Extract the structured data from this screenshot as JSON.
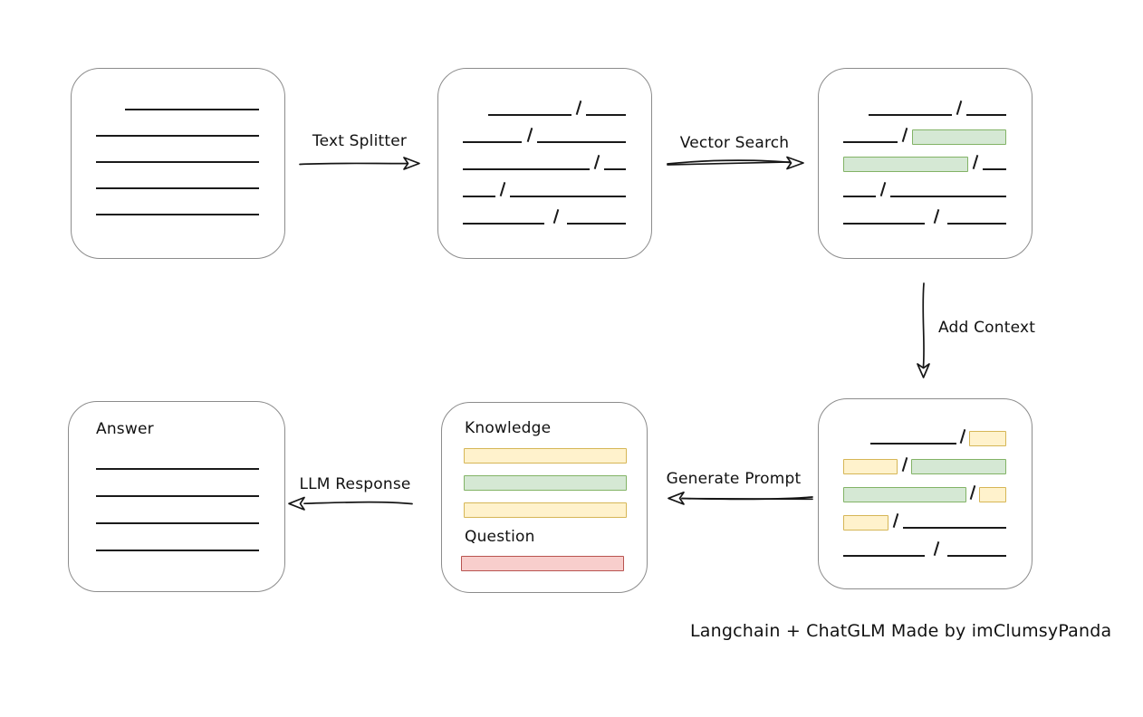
{
  "caption": "Langchain + ChatGLM Made by imClumsyPanda",
  "arrows": {
    "text_splitter": {
      "label": "Text Splitter",
      "direction": "right"
    },
    "vector_search": {
      "label": "Vector Search",
      "direction": "right"
    },
    "add_context": {
      "label": "Add Context",
      "direction": "down"
    },
    "generate_prompt": {
      "label": "Generate Prompt",
      "direction": "left"
    },
    "llm_response": {
      "label": "LLM Response",
      "direction": "left"
    }
  },
  "prompt_box": {
    "knowledge_label": "Knowledge",
    "question_label": "Question",
    "knowledge_bars": [
      "yellow",
      "green",
      "yellow"
    ],
    "question_bars": [
      "red"
    ]
  },
  "answer_box": {
    "label": "Answer"
  },
  "colors": {
    "box_border": "#8c8c8c",
    "text_line": "#1a1a1a",
    "green_fill": "#d5e8d4",
    "green_border": "#82b366",
    "yellow_fill": "#fff2cc",
    "yellow_border": "#d6b656",
    "red_fill": "#f8cecc",
    "red_border": "#b85450"
  },
  "rows": {
    "document": [
      [
        {
          "t": "sp",
          "w": 32
        },
        {
          "t": "line",
          "w": 148
        }
      ],
      [
        {
          "t": "line",
          "w": 180
        }
      ],
      [
        {
          "t": "line",
          "w": 180
        }
      ],
      [
        {
          "t": "line",
          "w": 180
        }
      ],
      [
        {
          "t": "line",
          "w": 180
        }
      ]
    ],
    "chunks": [
      [
        {
          "t": "sp",
          "w": 28
        },
        {
          "t": "line",
          "w": 92
        },
        {
          "t": "slash",
          "w": 16
        },
        {
          "t": "line",
          "w": 44
        }
      ],
      [
        {
          "t": "line",
          "w": 65
        },
        {
          "t": "slash",
          "w": 17
        },
        {
          "t": "line",
          "w": 98
        }
      ],
      [
        {
          "t": "line",
          "w": 140
        },
        {
          "t": "slash",
          "w": 16
        },
        {
          "t": "line",
          "w": 24
        }
      ],
      [
        {
          "t": "line",
          "w": 36
        },
        {
          "t": "slash",
          "w": 16
        },
        {
          "t": "line",
          "w": 128
        }
      ],
      [
        {
          "t": "line",
          "w": 90
        },
        {
          "t": "slash",
          "w": 25
        },
        {
          "t": "line",
          "w": 65
        }
      ]
    ],
    "searched_chunks": [
      [
        {
          "t": "sp",
          "w": 28
        },
        {
          "t": "line",
          "w": 92
        },
        {
          "t": "slash",
          "w": 16
        },
        {
          "t": "line",
          "w": 44
        }
      ],
      [
        {
          "t": "line",
          "w": 60
        },
        {
          "t": "slash",
          "w": 16
        },
        {
          "t": "green",
          "w": 104
        }
      ],
      [
        {
          "t": "green",
          "w": 138
        },
        {
          "t": "slash",
          "w": 16
        },
        {
          "t": "line",
          "w": 26
        }
      ],
      [
        {
          "t": "line",
          "w": 36
        },
        {
          "t": "slash",
          "w": 16
        },
        {
          "t": "line",
          "w": 128
        }
      ],
      [
        {
          "t": "line",
          "w": 90
        },
        {
          "t": "slash",
          "w": 25
        },
        {
          "t": "line",
          "w": 65
        }
      ]
    ],
    "context_chunks": [
      [
        {
          "t": "sp",
          "w": 30
        },
        {
          "t": "line",
          "w": 95
        },
        {
          "t": "slash",
          "w": 14
        },
        {
          "t": "yellow",
          "w": 41
        }
      ],
      [
        {
          "t": "yellow",
          "w": 60
        },
        {
          "t": "slash",
          "w": 15
        },
        {
          "t": "green",
          "w": 105
        }
      ],
      [
        {
          "t": "green",
          "w": 136
        },
        {
          "t": "slash",
          "w": 14
        },
        {
          "t": "yellow",
          "w": 30
        }
      ],
      [
        {
          "t": "yellow",
          "w": 50
        },
        {
          "t": "slash",
          "w": 16
        },
        {
          "t": "line",
          "w": 114
        }
      ],
      [
        {
          "t": "line",
          "w": 90
        },
        {
          "t": "slash",
          "w": 25
        },
        {
          "t": "line",
          "w": 65
        }
      ]
    ],
    "answer_lines": [
      [
        {
          "t": "line",
          "w": 180
        }
      ],
      [
        {
          "t": "line",
          "w": 180
        }
      ],
      [
        {
          "t": "line",
          "w": 180
        }
      ],
      [
        {
          "t": "line",
          "w": 180
        }
      ]
    ]
  }
}
